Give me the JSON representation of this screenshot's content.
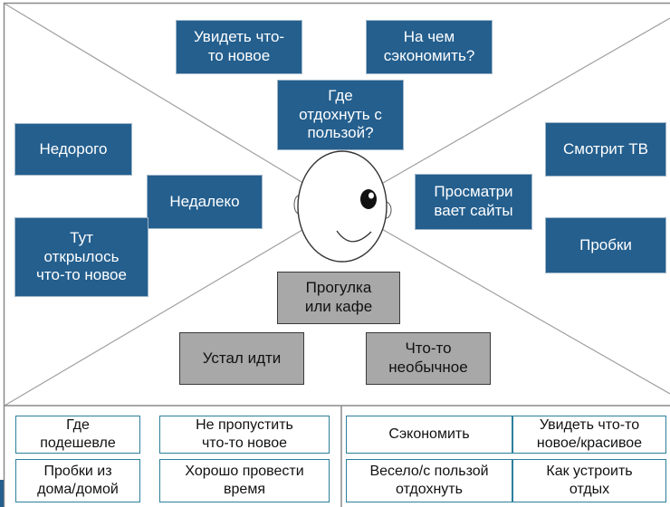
{
  "thinks": {
    "see_new": "Увидеть что-\nто новое",
    "save_on": "На чем\nсэкономить?",
    "rest_useful": "Где\nотдохнуть с\nпользой?"
  },
  "hears": {
    "cheap": "Недорого",
    "near": "Недалеко",
    "opened_new": "Тут\nоткрылось\nчто-то новое"
  },
  "sees": {
    "tv": "Смотрит ТВ",
    "sites": "Просматри\nвает сайты",
    "traffic": "Пробки"
  },
  "does": {
    "walk_cafe": "Прогулка\nили кафе",
    "tired": "Устал идти",
    "unusual": "Что-то\nнеобычное"
  },
  "pains": [
    "Где\nподешевле",
    "Не пропустить\nчто-то новое",
    "Пробки из\nдома/домой",
    "Хорошо провести\nвремя"
  ],
  "gains": [
    "Сэкономить",
    "Увидеть что-то\nновое/красивое",
    "Весело/с пользой\nотдохнуть",
    "Как устроить\nотдых"
  ],
  "colors": {
    "sticky_blue": "#245f8e",
    "sticky_gray": "#a8a8a8",
    "cell_border": "#2b7f9a"
  }
}
